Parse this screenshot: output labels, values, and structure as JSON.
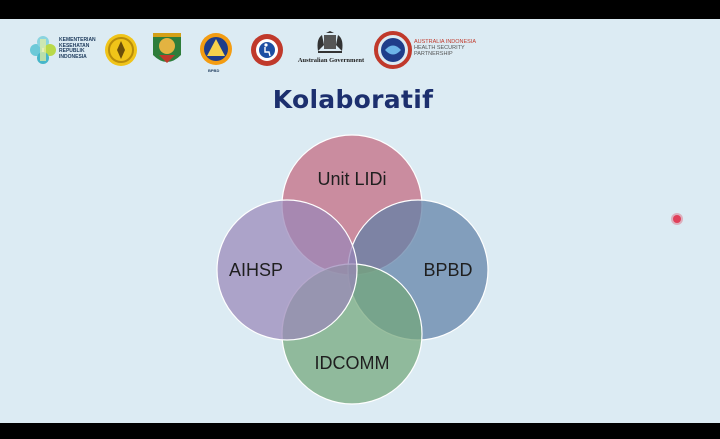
{
  "slide": {
    "title": "Kolaboratif"
  },
  "logos": [
    {
      "name": "kemenkes",
      "text_lines": [
        "KEMENTERIAN",
        "KESEHATAN",
        "REPUBLIK",
        "INDONESIA"
      ]
    },
    {
      "name": "gold-seal"
    },
    {
      "name": "regional-emblem"
    },
    {
      "name": "bnpb-emblem",
      "text": "BPBD"
    },
    {
      "name": "disability-emblem"
    },
    {
      "name": "australian-government",
      "text": "Australian Government"
    },
    {
      "name": "aihsp",
      "text_lines": [
        "AUSTRALIA INDONESIA",
        "HEALTH SECURITY",
        "PARTNERSHIP"
      ]
    }
  ],
  "venn": {
    "circles": [
      {
        "label": "Unit LIDi",
        "color": "#c4677e"
      },
      {
        "label": "BPBD",
        "color": "#5f7fa6"
      },
      {
        "label": "IDCOMM",
        "color": "#73a67a"
      },
      {
        "label": "AIHSP",
        "color": "#9a86b8"
      }
    ]
  },
  "colors": {
    "slide_background": "#dcebf3",
    "title": "#1c2f6e",
    "cursor": "#e0405a"
  }
}
